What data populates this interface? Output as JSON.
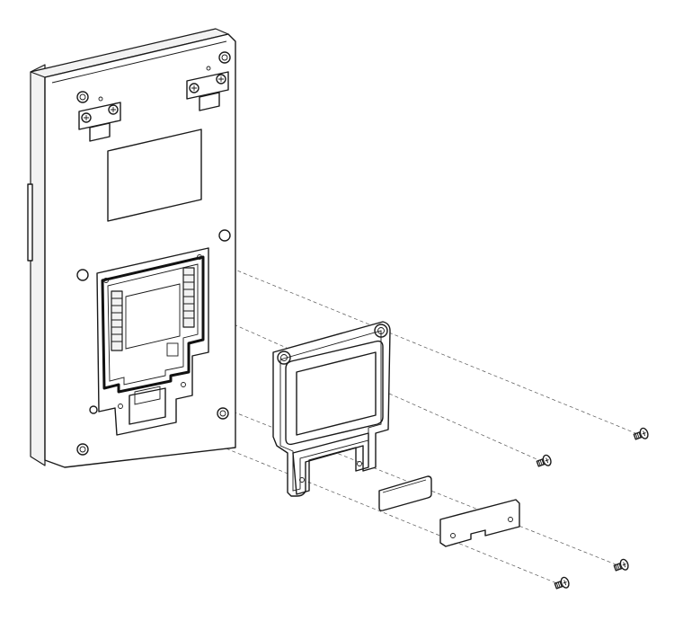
{
  "diagram": {
    "kind": "exploded-assembly",
    "parts": [
      {
        "id": "device-body",
        "label": ""
      },
      {
        "id": "cover-plate",
        "label": ""
      },
      {
        "id": "rubber-gasket",
        "label": ""
      },
      {
        "id": "cable-clamp-plate",
        "label": ""
      },
      {
        "id": "screw",
        "count": 4
      }
    ],
    "colors": {
      "line": "#1a1a1a",
      "guide": "#555555",
      "background": "#ffffff"
    }
  }
}
